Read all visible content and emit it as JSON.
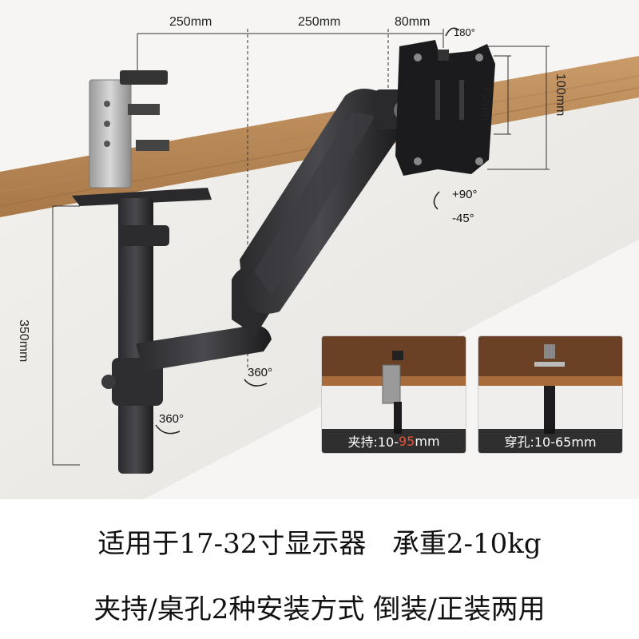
{
  "dimensions": {
    "arm_reach_1": "250mm",
    "arm_reach_2": "250mm",
    "head_offset": "80mm",
    "vesa_small": "75mm",
    "vesa_large": "100mm",
    "pole_height": "350mm"
  },
  "rotations": {
    "head_swivel": "180°",
    "tilt_up": "+90°",
    "tilt_down": "-45°",
    "arm_joint": "360°",
    "base_joint": "360°"
  },
  "insets": {
    "clamp_label": "夹持:10-",
    "clamp_highlight": "95",
    "clamp_unit": "mm",
    "grommet_label": "穿孔:10-65mm"
  },
  "captions": {
    "line1": "适用于17-32寸显示器   承重2-10kg",
    "line2": "夹持/桌孔2种安装方式 倒装/正装两用"
  },
  "colors": {
    "wood": "#b98a5a",
    "arm": "#1c1c1e",
    "highlight": "#e8513a"
  }
}
